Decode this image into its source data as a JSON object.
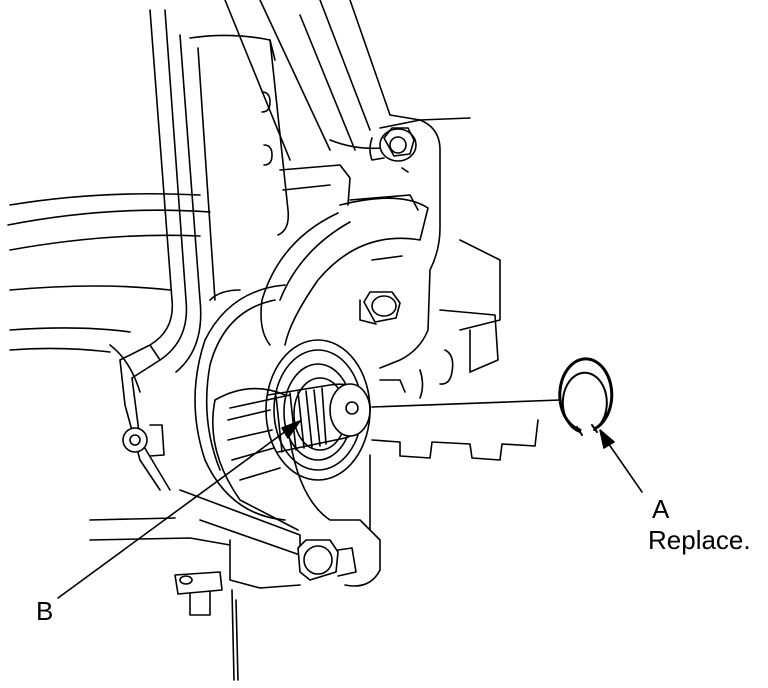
{
  "callouts": {
    "a_letter": "A",
    "a_note": "Replace.",
    "b_letter": "B"
  },
  "colors": {
    "ink": "#000000",
    "paper": "#ffffff"
  }
}
